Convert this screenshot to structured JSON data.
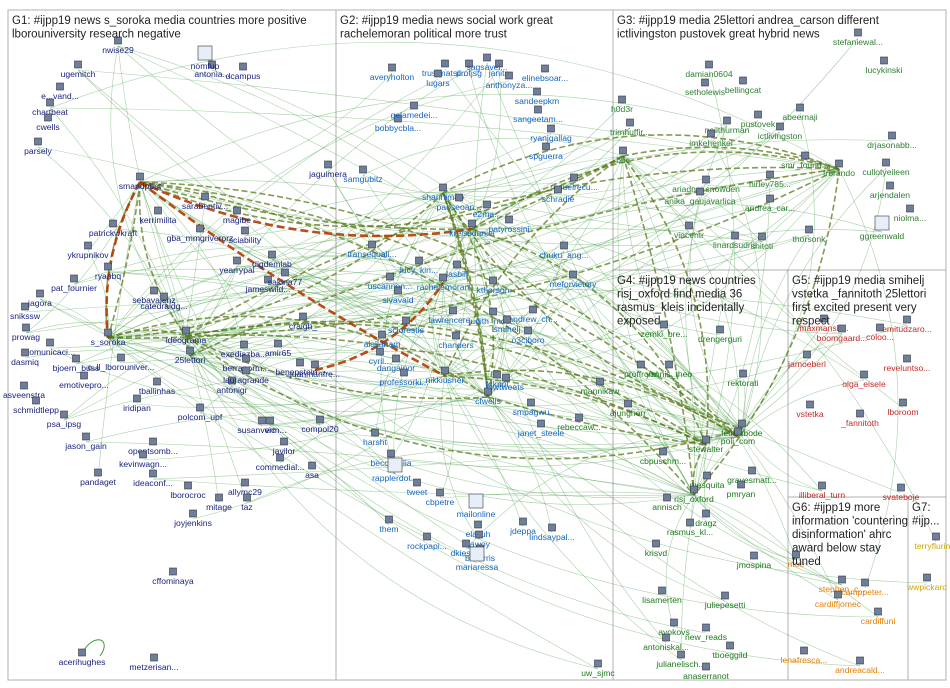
{
  "colors": {
    "g1": "#1a237e",
    "g2": "#1565c0",
    "g3": "#2e7d32",
    "g4": "#1b7a1b",
    "g5": "#c62828",
    "g6": "#e67e00",
    "g7": "#c9a800",
    "edge": "#3e9a3e",
    "edge_strong": "#5a7a1a",
    "edge_red": "#b23a00",
    "box": "#b0b0b0"
  },
  "groups": [
    {
      "id": "g1",
      "title": [
        "G1: #ijpp19 news s_soroka media countries more positive",
        "lborouniversity research negative"
      ]
    },
    {
      "id": "g2",
      "title": [
        "G2: #ijpp19 media news social work great",
        "rachelemoran political more trust"
      ]
    },
    {
      "id": "g3",
      "title": [
        "G3: #ijpp19 media 25lettori andrea_carson different",
        "ictlivingston pustovek great hybrid news"
      ]
    },
    {
      "id": "g4",
      "title": [
        "G4: #ijpp19 news countries",
        "risj_oxford find media 36",
        "rasmus_kleis incidentally",
        "exposed"
      ]
    },
    {
      "id": "g5",
      "title": [
        "G5: #ijpp19 media smihelj",
        "vstetka _fannitoth 25lettori",
        "first excited present very",
        "respect"
      ]
    },
    {
      "id": "g6",
      "title": [
        "G6: #ijpp19 more",
        "information 'countering",
        "disinformation' ahrc",
        "award below stay",
        "tuned"
      ]
    },
    {
      "id": "g7",
      "title": [
        "G7:",
        "#ijp..."
      ]
    }
  ],
  "nodes": {
    "g1": [
      "nwise29",
      "ugemitch",
      "e...vand...",
      "chartbeat",
      "cwells",
      "parsely",
      "antonia...",
      "nomfup",
      "dcampus",
      "smandpbot",
      "jaguimera",
      "kerrimilita",
      "sarabentiv...",
      "magibe",
      "patrickwkraft",
      "gba_mmgriverorz",
      "sciability",
      "ykrupnikov",
      "yearrypal",
      "digdemlab",
      "ryanbq",
      "jameswild...",
      "sakina77",
      "pat_fournier",
      "sebavalenz",
      "catedraidg...",
      "jagora",
      "snikssw",
      "prowag",
      "comunicaci...",
      "dasmiq",
      "s_soroka",
      "ideograma",
      "craigh_",
      "25lettori",
      "exediazba...",
      "bjoern_buss",
      "c..ll_lborouniver...",
      "berranorm...",
      "amir65",
      "benepstein...",
      "emotivepro...",
      "asveenstra",
      "tballinhas",
      "schmidtlepp",
      "iridipan",
      "antonigr",
      "lauragrande",
      "juanmanfre...",
      "psa_ipsg",
      "polcom_upf",
      "susanverm...",
      "compol20",
      "vic",
      "jason_gain",
      "opontsomb...",
      "javilor",
      "kevinwagn...",
      "commedial...",
      "asa",
      "pandaget",
      "ideaconf...",
      "lborocroc",
      "allymc29",
      "mitage",
      "taz",
      "joyjenkins",
      "cffominaya",
      "acerihughes",
      "metzerisan..."
    ],
    "g2": [
      "averyholton",
      "trustmatsil...",
      "lugars",
      "profjsg",
      "janita",
      "sagsavei...",
      "anthonyza...",
      "elinebsoar...",
      "bobbycbla...",
      "gelamedei...",
      "sandeepkm",
      "sangeetam...",
      "ryanjgallag",
      "spguerra",
      "samgubitz",
      "shannimoo",
      "paoseoan...",
      "e2ma...",
      "raquelrecu...",
      "schradie",
      "kreissdaniel",
      "patyrossini",
      "transequali...",
      "lucy_kin...",
      "lasbill",
      "chuku_ang...",
      "uscannen...",
      "rachelemoran",
      "kthorson",
      "meforvictory",
      "sivavaid",
      "judith_moe...",
      "andrew_ch...",
      "sciorestis",
      "lawrencere...",
      "smihelj",
      "o3ciboro",
      "alajlanam",
      "chanders",
      "cyril...",
      "dangainor",
      "nikkiusher",
      "fdknpl",
      "gwtweets",
      "professorki...",
      "cfwells",
      "smpagwu",
      "janet_steele",
      "harsht",
      "beccanalia",
      "rapplerdot...",
      "tweet",
      "cbpetre",
      "mailonline",
      "them",
      "jdeppa",
      "elaijuh",
      "lindsaypal...",
      "rockpapi...",
      "jawoy",
      "dkiesow",
      "bellarris",
      "mariaressa"
    ],
    "g3": [
      "stefaniewal...",
      "lucykinski",
      "damian0604",
      "setholewis",
      "bellingcat",
      "h0d3r",
      "trimhuffir...",
      "pustovek",
      "abeernaji",
      "neilthurman",
      "ictlivingston",
      "bbc",
      "imkehenkel",
      "drjasonabb...",
      "smr_found...",
      "frbrando",
      "cullotyeileen",
      "ariadne_snowden",
      "hirley785...",
      "arjendalen",
      "anika_gaujavarlica",
      "andrea_car...",
      "niolma...",
      "ggreenwald",
      "vincentr",
      "linardsudris",
      "shitoti",
      "thorsonk"
    ],
    "g4": [
      "zemki_bre...",
      "drengerguri",
      "proffroml",
      "yannis_theo",
      "rektorati",
      "mannikaw",
      "ajungherr",
      "rebeccaw...",
      "leticiabode",
      "stewalter",
      "poli_com",
      "cbpuschm...",
      "mesquita",
      "gravesmatt...",
      "pmryan",
      "risj_oxford",
      "annisch",
      "dragz",
      "rasmus_kl...",
      "krisvd",
      "jmospina",
      "lisamerten",
      "juliepesetti",
      "ayokovs",
      "new_reads",
      "tboeggild",
      "antoniskal...",
      "julianelisch...",
      "anaserranot",
      "uw_sjmc"
    ],
    "g5": [
      "maxmansb...",
      "boomgaard...",
      "coloo...",
      "emitudzaro...",
      "jamoeberl",
      "reveluntso...",
      "olga_eisele",
      "vstetka",
      "_fannitoth",
      "lboroom",
      "illiberal_turn",
      "svateboje"
    ],
    "g6": [
      "stephen_c...",
      "camppeter...",
      "cardiffjomec",
      "cardiffuni",
      "lenafresca...",
      "andreacald...",
      "moe"
    ],
    "g7": [
      "terryflurin...",
      "wwpickard"
    ]
  }
}
